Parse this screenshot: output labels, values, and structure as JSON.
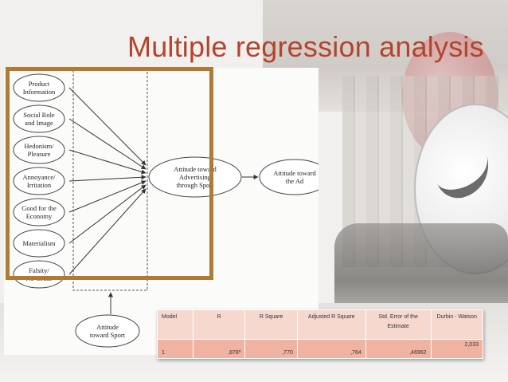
{
  "slide": {
    "title": "Multiple regression analysis"
  },
  "diagram": {
    "predictors": [
      [
        "Product",
        "Information"
      ],
      [
        "Social Role",
        "and Image"
      ],
      [
        "Hedonism/",
        "Pleasure"
      ],
      [
        "Annoyance/",
        "Irritation"
      ],
      [
        "Good for the",
        "Economy"
      ],
      [
        "Materialism"
      ],
      [
        "Falsity/",
        "No-Sense"
      ]
    ],
    "mediator": [
      "Attitude toward",
      "Advertising",
      "through Sport"
    ],
    "outcome": [
      "Attitude toward",
      "the Ad"
    ],
    "antecedent": [
      "Attitude",
      "toward Sport"
    ]
  },
  "table": {
    "headers": {
      "model": "Model",
      "r": "R",
      "r_square": "R Square",
      "adj_r_square": "Adjusted R Square",
      "std_error_line1": "Std. Error of the",
      "std_error_line2": "Estimate",
      "durbin_watson": "Durbin - Watson"
    },
    "row": {
      "model": "1",
      "r": ",878ª",
      "r_square": ",770",
      "adj_r_square": ",764",
      "std_error": ",46962",
      "durbin_watson": "2,033"
    }
  },
  "colors": {
    "title": "#b5432c",
    "frame": "#b07a33",
    "table_header": "#f6d8cf",
    "table_row": "#f0b3a2"
  }
}
